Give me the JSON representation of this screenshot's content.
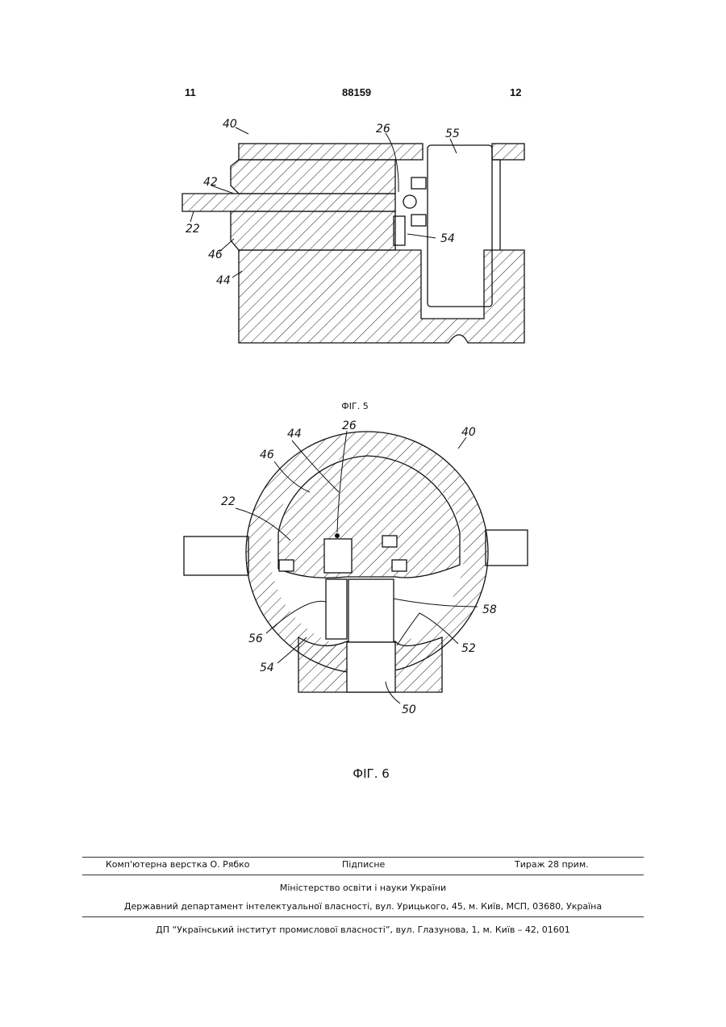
{
  "header": {
    "page_left": "11",
    "patent_number": "88159",
    "page_right": "12"
  },
  "fig5": {
    "caption": "ФІГ. 5",
    "labels": {
      "l40": "40",
      "l26": "26",
      "l55": "55",
      "l42": "42",
      "l22": "22",
      "l54": "54",
      "l46": "46",
      "l44": "44"
    }
  },
  "fig6": {
    "caption": "ФІГ. 6",
    "labels": {
      "l44": "44",
      "l26": "26",
      "l40": "40",
      "l46": "46",
      "l22": "22",
      "l58": "58",
      "l56": "56",
      "l52": "52",
      "l54": "54",
      "l50": "50"
    }
  },
  "footer": {
    "typesetting": "Комп'ютерна верстка О. Рябко",
    "signed": "Підписне",
    "circulation": "Тираж 28 прим.",
    "ministry": "Міністерство освіти і науки України",
    "department": "Державний департамент інтелектуальної власності, вул. Урицького, 45, м. Київ, МСП, 03680, Україна",
    "institute": "ДП “Український інститут промислової власності”, вул. Глазунова, 1, м. Київ – 42, 01601"
  }
}
